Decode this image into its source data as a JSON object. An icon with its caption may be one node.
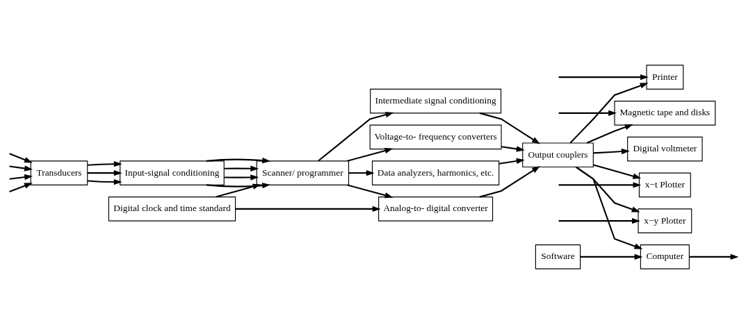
{
  "diagram": {
    "nodes": [
      {
        "text": [
          "Transducers"
        ]
      },
      {
        "text": [
          "Input-signal conditioning"
        ]
      },
      {
        "text": [
          "Scanner/ programmer"
        ]
      },
      {
        "text": [
          "Digital clock and time standard"
        ]
      },
      {
        "text": [
          "Intermediate signal conditioning"
        ]
      },
      {
        "text": [
          "Voltage-to- frequency converters"
        ]
      },
      {
        "text": [
          "Analog-to- digital converter"
        ]
      },
      {
        "text": [
          "Data analyzers, harmonics, etc."
        ]
      },
      {
        "text": [
          "Output couplers"
        ]
      },
      {
        "text": [
          "Digital voltmeter"
        ]
      },
      {
        "text": [
          "Printer"
        ]
      },
      {
        "text": [
          "Magnetic tape and disks"
        ]
      },
      {
        "text": [
          "x−t Plotter"
        ]
      },
      {
        "text": [
          "x−y Plotter"
        ]
      },
      {
        "text": [
          "Computer"
        ]
      },
      {
        "text": [
          "Software"
        ]
      }
    ],
    "edges": [
      {
        "from": null,
        "to": 0,
        "arrow": "to"
      },
      {
        "from": null,
        "to": 0,
        "arrow": "to"
      },
      {
        "from": null,
        "to": 0,
        "arrow": "to"
      },
      {
        "from": null,
        "to": 0,
        "arrow": "to"
      },
      {
        "from": 0,
        "to": 1,
        "arrow": "to"
      },
      {
        "from": 0,
        "to": 1,
        "arrow": "to"
      },
      {
        "from": 0,
        "to": 1,
        "arrow": "to"
      },
      {
        "from": 1,
        "to": 2,
        "arrow": "to"
      },
      {
        "from": 1,
        "to": 2,
        "arrow": "to"
      },
      {
        "from": 1,
        "to": 2,
        "arrow": "to"
      },
      {
        "from": 1,
        "to": 2,
        "arrow": "to"
      },
      {
        "from": 3,
        "to": 2,
        "arrow": "to"
      },
      {
        "from": 2,
        "to": 4,
        "arrow": "to"
      },
      {
        "from": 2,
        "to": 5,
        "arrow": "to"
      },
      {
        "from": 2,
        "to": 6,
        "arrow": "to"
      },
      {
        "from": 2,
        "to": 7,
        "arrow": "to"
      },
      {
        "from": 3,
        "to": 6,
        "arrow": "to"
      },
      {
        "from": 4,
        "to": 8,
        "arrow": "to"
      },
      {
        "from": 5,
        "to": 8,
        "arrow": "to"
      },
      {
        "from": 6,
        "to": 8,
        "arrow": "to"
      },
      {
        "from": 7,
        "to": 8,
        "arrow": "to"
      },
      {
        "from": 8,
        "to": 9,
        "arrow": "to"
      },
      {
        "from": 8,
        "to": 10,
        "arrow": "to"
      },
      {
        "from": 8,
        "to": 11,
        "arrow": "to"
      },
      {
        "from": 8,
        "to": 12,
        "arrow": "to"
      },
      {
        "from": 8,
        "to": 13,
        "arrow": "to"
      },
      {
        "from": 8,
        "to": 14,
        "arrow": "to"
      },
      {
        "from": null,
        "to": 10,
        "arrow": "to"
      },
      {
        "from": null,
        "to": 11,
        "arrow": "to"
      },
      {
        "from": null,
        "to": 12,
        "arrow": "to"
      },
      {
        "from": null,
        "to": 13,
        "arrow": "to"
      },
      {
        "from": 14,
        "to": null,
        "arrow": "to"
      },
      {
        "from": 15,
        "to": 14,
        "arrow": "to"
      }
    ]
  }
}
